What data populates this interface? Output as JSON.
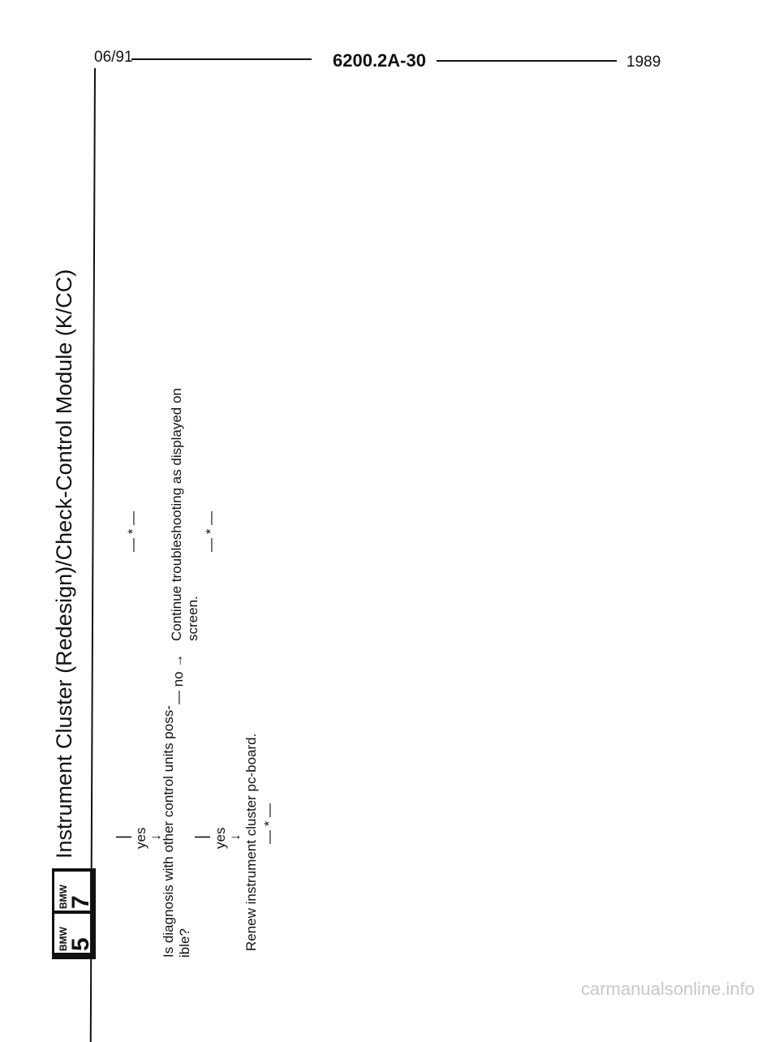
{
  "header": {
    "date": "06/91",
    "code": "6200.2A-30",
    "year": "1989"
  },
  "badges": [
    {
      "brand": "BMW",
      "number": "5"
    },
    {
      "brand": "BMW",
      "number": "7"
    }
  ],
  "title": "Instrument Cluster (Redesign)/Check-Control Module (K/CC)",
  "flow": {
    "bar_1": "|",
    "yes_1": "yes",
    "arrow_1": "↓",
    "end_1": "— * —",
    "question_line1": "Is diagnosis with other control units poss-",
    "question_line2": "ible?",
    "no_label": "— no →",
    "continue_line1": "Continue troubleshooting as displayed on",
    "continue_line2": "screen.",
    "end_2": "— * —",
    "bar_2": "|",
    "yes_2": "yes",
    "arrow_2": "↓",
    "renew": "Renew instrument cluster pc-board.",
    "end_3": "— * —"
  },
  "watermark": "carmanualsonline.info"
}
